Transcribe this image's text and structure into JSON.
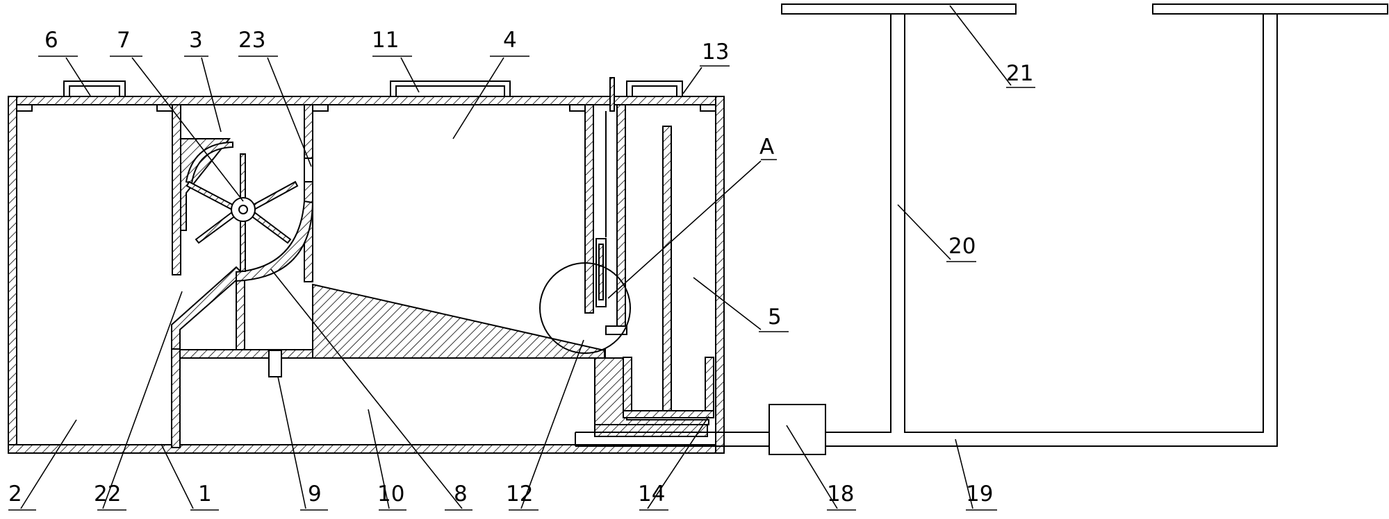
{
  "figure": {
    "stroke_color": "#000000",
    "background": "#ffffff",
    "hatch": "diagonal",
    "labels": {
      "l1": "1",
      "l2": "2",
      "l3": "3",
      "l4": "4",
      "l5": "5",
      "l6": "6",
      "l7": "7",
      "l8": "8",
      "l9": "9",
      "l10": "10",
      "l11": "11",
      "l12": "12",
      "l13": "13",
      "l14": "14",
      "l18": "18",
      "l19": "19",
      "l20": "20",
      "l21": "21",
      "l22": "22",
      "l23": "23",
      "lA": "A"
    }
  }
}
